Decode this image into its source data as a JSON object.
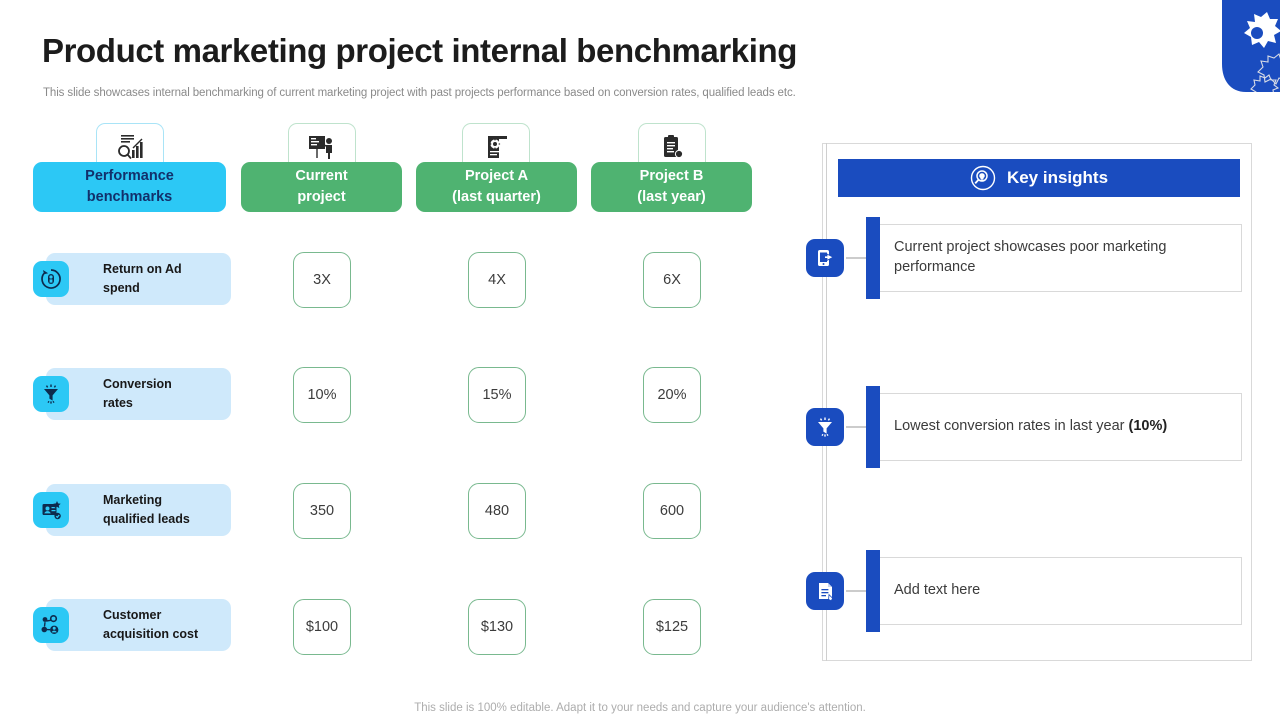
{
  "slide": {
    "title": "Product marketing project internal benchmarking",
    "subtitle": "This slide showcases internal benchmarking of current marketing project with past projects performance based on conversion rates, qualified leads etc.",
    "footer": "This slide is 100% editable. Adapt it to your needs and capture your audience's attention."
  },
  "colors": {
    "cyan": "#2cc8f5",
    "green": "#4fb371",
    "blue": "#1a4cbf",
    "pill_blue": "#cfe9fb",
    "cell_border": "#79b98f",
    "header_text_dark": "#12306b"
  },
  "matrix": {
    "columns": [
      {
        "line1": "Performance",
        "line2": "benchmarks",
        "icon": "magnifier-chart-icon",
        "style": "cyan"
      },
      {
        "line1": "Current",
        "line2": "project",
        "icon": "presentation-person-icon",
        "style": "green"
      },
      {
        "line1": "Project A",
        "line2": "(last quarter)",
        "icon": "scroll-gear-icon",
        "style": "green"
      },
      {
        "line1": "Project B",
        "line2": "(last year)",
        "icon": "clipboard-icon",
        "style": "green"
      }
    ],
    "rows": [
      {
        "line1": "Return on Ad",
        "line2": "spend",
        "icon": "ad-return-icon",
        "values": [
          "3X",
          "4X",
          "6X"
        ]
      },
      {
        "line1": "Conversion",
        "line2": "rates",
        "icon": "funnel-icon",
        "values": [
          "10%",
          "15%",
          "20%"
        ]
      },
      {
        "line1": "Marketing",
        "line2": "qualified leads",
        "icon": "lead-user-icon",
        "values": [
          "350",
          "480",
          "600"
        ]
      },
      {
        "line1": "Customer",
        "line2": "acquisition cost",
        "icon": "network-users-icon",
        "values": [
          "$100",
          "$130",
          "$125"
        ]
      }
    ]
  },
  "insights": {
    "header": {
      "title": "Key insights",
      "icon": "magnifier-bulb-icon"
    },
    "cards": [
      {
        "text": "Current project showcases poor marketing performance",
        "bold": "",
        "icon": "mobile-share-icon"
      },
      {
        "text": "Lowest conversion rates in last year ",
        "bold": "(10%)",
        "icon": "funnel-icon"
      },
      {
        "text": "Add text here",
        "bold": "",
        "icon": "document-edit-icon"
      }
    ]
  }
}
